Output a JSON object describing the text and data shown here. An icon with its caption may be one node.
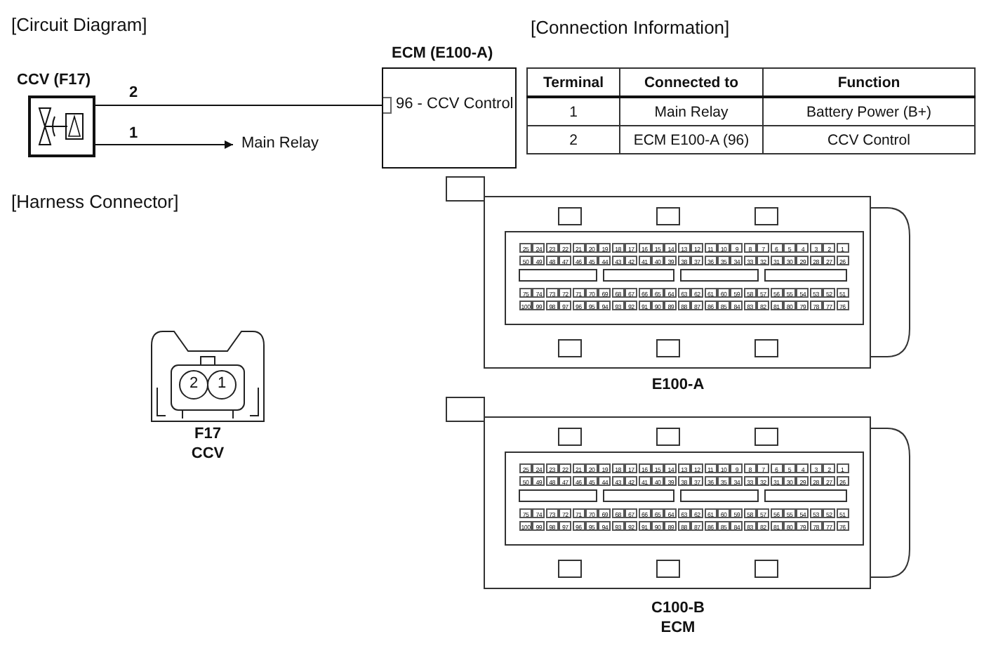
{
  "diagram": {
    "nodes": [
      {
        "text": [
          "CCV (F17)"
        ]
      },
      {
        "text": [
          "ECM (E100-A)",
          "96 - CCV Control"
        ]
      },
      {
        "text": [
          "Main Relay"
        ]
      }
    ],
    "edges": [
      {
        "from": 0,
        "to": 1,
        "arrow": "none",
        "label": "2"
      },
      {
        "from": 0,
        "to": 2,
        "arrow": "to",
        "label": "1"
      }
    ],
    "labels": [
      "[Circuit Diagram]",
      "[Connection Information]",
      "Terminal",
      "Connected to",
      "Function",
      "1",
      "Main Relay",
      "Battery Power (B+)",
      "2",
      "ECM E100-A (96)",
      "CCV Control",
      "[Harness Connector]",
      "2",
      "1",
      "F17",
      "CCV",
      "25",
      "24",
      "23",
      "22",
      "21",
      "20",
      "19",
      "18",
      "17",
      "16",
      "15",
      "14",
      "13",
      "12",
      "11",
      "10",
      "9",
      "8",
      "7",
      "6",
      "5",
      "4",
      "3",
      "2",
      "1",
      "50",
      "49",
      "48",
      "47",
      "46",
      "45",
      "44",
      "43",
      "42",
      "41",
      "40",
      "39",
      "38",
      "37",
      "36",
      "35",
      "34",
      "33",
      "32",
      "31",
      "30",
      "29",
      "28",
      "27",
      "26",
      "75",
      "74",
      "73",
      "72",
      "71",
      "70",
      "69",
      "68",
      "67",
      "66",
      "65",
      "64",
      "63",
      "62",
      "61",
      "60",
      "59",
      "58",
      "57",
      "56",
      "55",
      "54",
      "53",
      "52",
      "51",
      "100",
      "99",
      "98",
      "97",
      "96",
      "95",
      "94",
      "93",
      "92",
      "91",
      "90",
      "89",
      "88",
      "87",
      "86",
      "85",
      "84",
      "83",
      "82",
      "81",
      "80",
      "79",
      "78",
      "77",
      "76",
      "E100-A",
      "25",
      "24",
      "23",
      "22",
      "21",
      "20",
      "19",
      "18",
      "17",
      "16",
      "15",
      "14",
      "13",
      "12",
      "11",
      "10",
      "9",
      "8",
      "7",
      "6",
      "5",
      "4",
      "3",
      "2",
      "1",
      "50",
      "49",
      "48",
      "47",
      "46",
      "45",
      "44",
      "43",
      "42",
      "41",
      "40",
      "39",
      "38",
      "37",
      "36",
      "35",
      "34",
      "33",
      "32",
      "31",
      "30",
      "29",
      "28",
      "27",
      "26",
      "75",
      "74",
      "73",
      "72",
      "71",
      "70",
      "69",
      "68",
      "67",
      "66",
      "65",
      "64",
      "63",
      "62",
      "61",
      "60",
      "59",
      "58",
      "57",
      "56",
      "55",
      "54",
      "53",
      "52",
      "51",
      "100",
      "99",
      "98",
      "97",
      "96",
      "95",
      "94",
      "93",
      "92",
      "91",
      "90",
      "89",
      "88",
      "87",
      "86",
      "85",
      "84",
      "83",
      "82",
      "81",
      "80",
      "79",
      "78",
      "77",
      "76",
      "C100-B",
      "ECM"
    ]
  }
}
